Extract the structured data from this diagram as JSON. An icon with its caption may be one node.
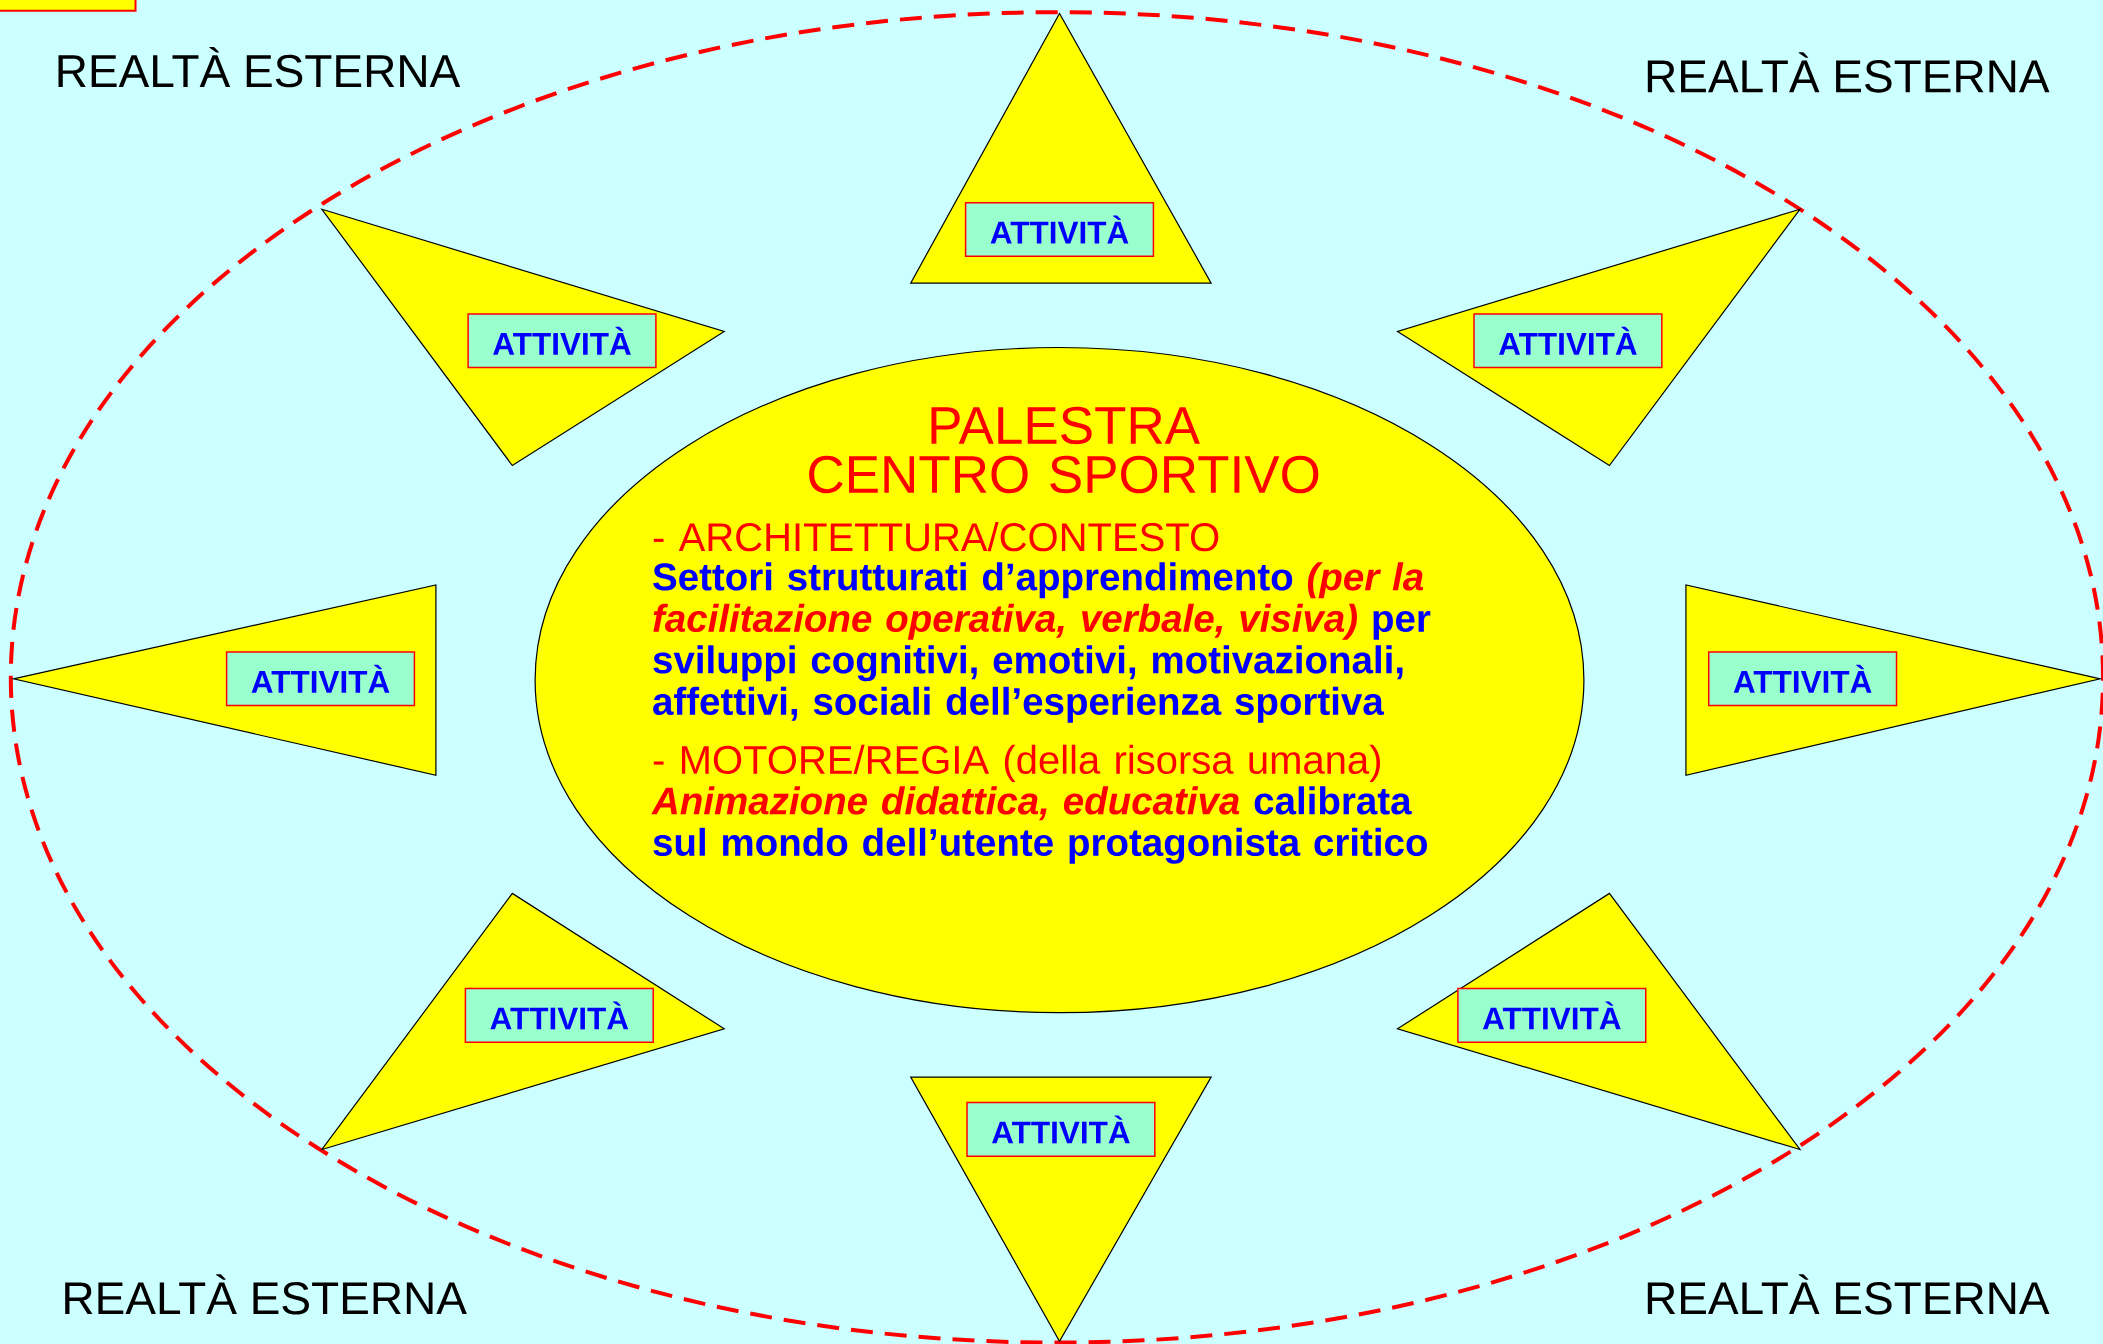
{
  "diagram": {
    "nodes": [
      {
        "text": [
          "PALESTRA CENTRO SPORTIVO",
          "- ARCHITETTURA/CONTESTO",
          "Settori strutturati d’apprendimento *(per la facilitazione operativa, verbale, visiva)* per sviluppi cognitivi, emotivi, motivazionali, affettivi, sociali dell’esperienza sportiva",
          "- MOTORE/REGIA (della risorsa umana)",
          "*Animazione didattica, educativa* calibrata sul mondo dell’utente protagonista critico"
        ]
      },
      {
        "text": [],
        "shape": "triangle"
      },
      {
        "text": [
          "ATTIVITÀ"
        ],
        "in": 1
      },
      {
        "text": [],
        "shape": "triangle"
      },
      {
        "text": [
          "ATTIVITÀ"
        ],
        "in": 3
      },
      {
        "text": [],
        "shape": "triangle"
      },
      {
        "text": [
          "ATTIVITÀ"
        ],
        "in": 5
      },
      {
        "text": [],
        "shape": "triangle"
      },
      {
        "text": [
          "ATTIVITÀ"
        ],
        "in": 7
      },
      {
        "text": [],
        "shape": "triangle"
      },
      {
        "text": [
          "ATTIVITÀ"
        ],
        "in": 9
      },
      {
        "text": [],
        "shape": "triangle"
      },
      {
        "text": [
          "ATTIVITÀ"
        ],
        "in": 11
      },
      {
        "text": [],
        "shape": "triangle"
      },
      {
        "text": [
          "ATTIVITÀ"
        ],
        "in": 13
      },
      {
        "text": [],
        "shape": "triangle"
      },
      {
        "text": [
          "ATTIVITÀ"
        ],
        "in": 15
      }
    ],
    "labels": [
      "REALTÀ ESTERNA",
      "REALTÀ ESTERNA",
      "REALTÀ ESTERNA",
      "REALTÀ ESTERNA"
    ]
  }
}
